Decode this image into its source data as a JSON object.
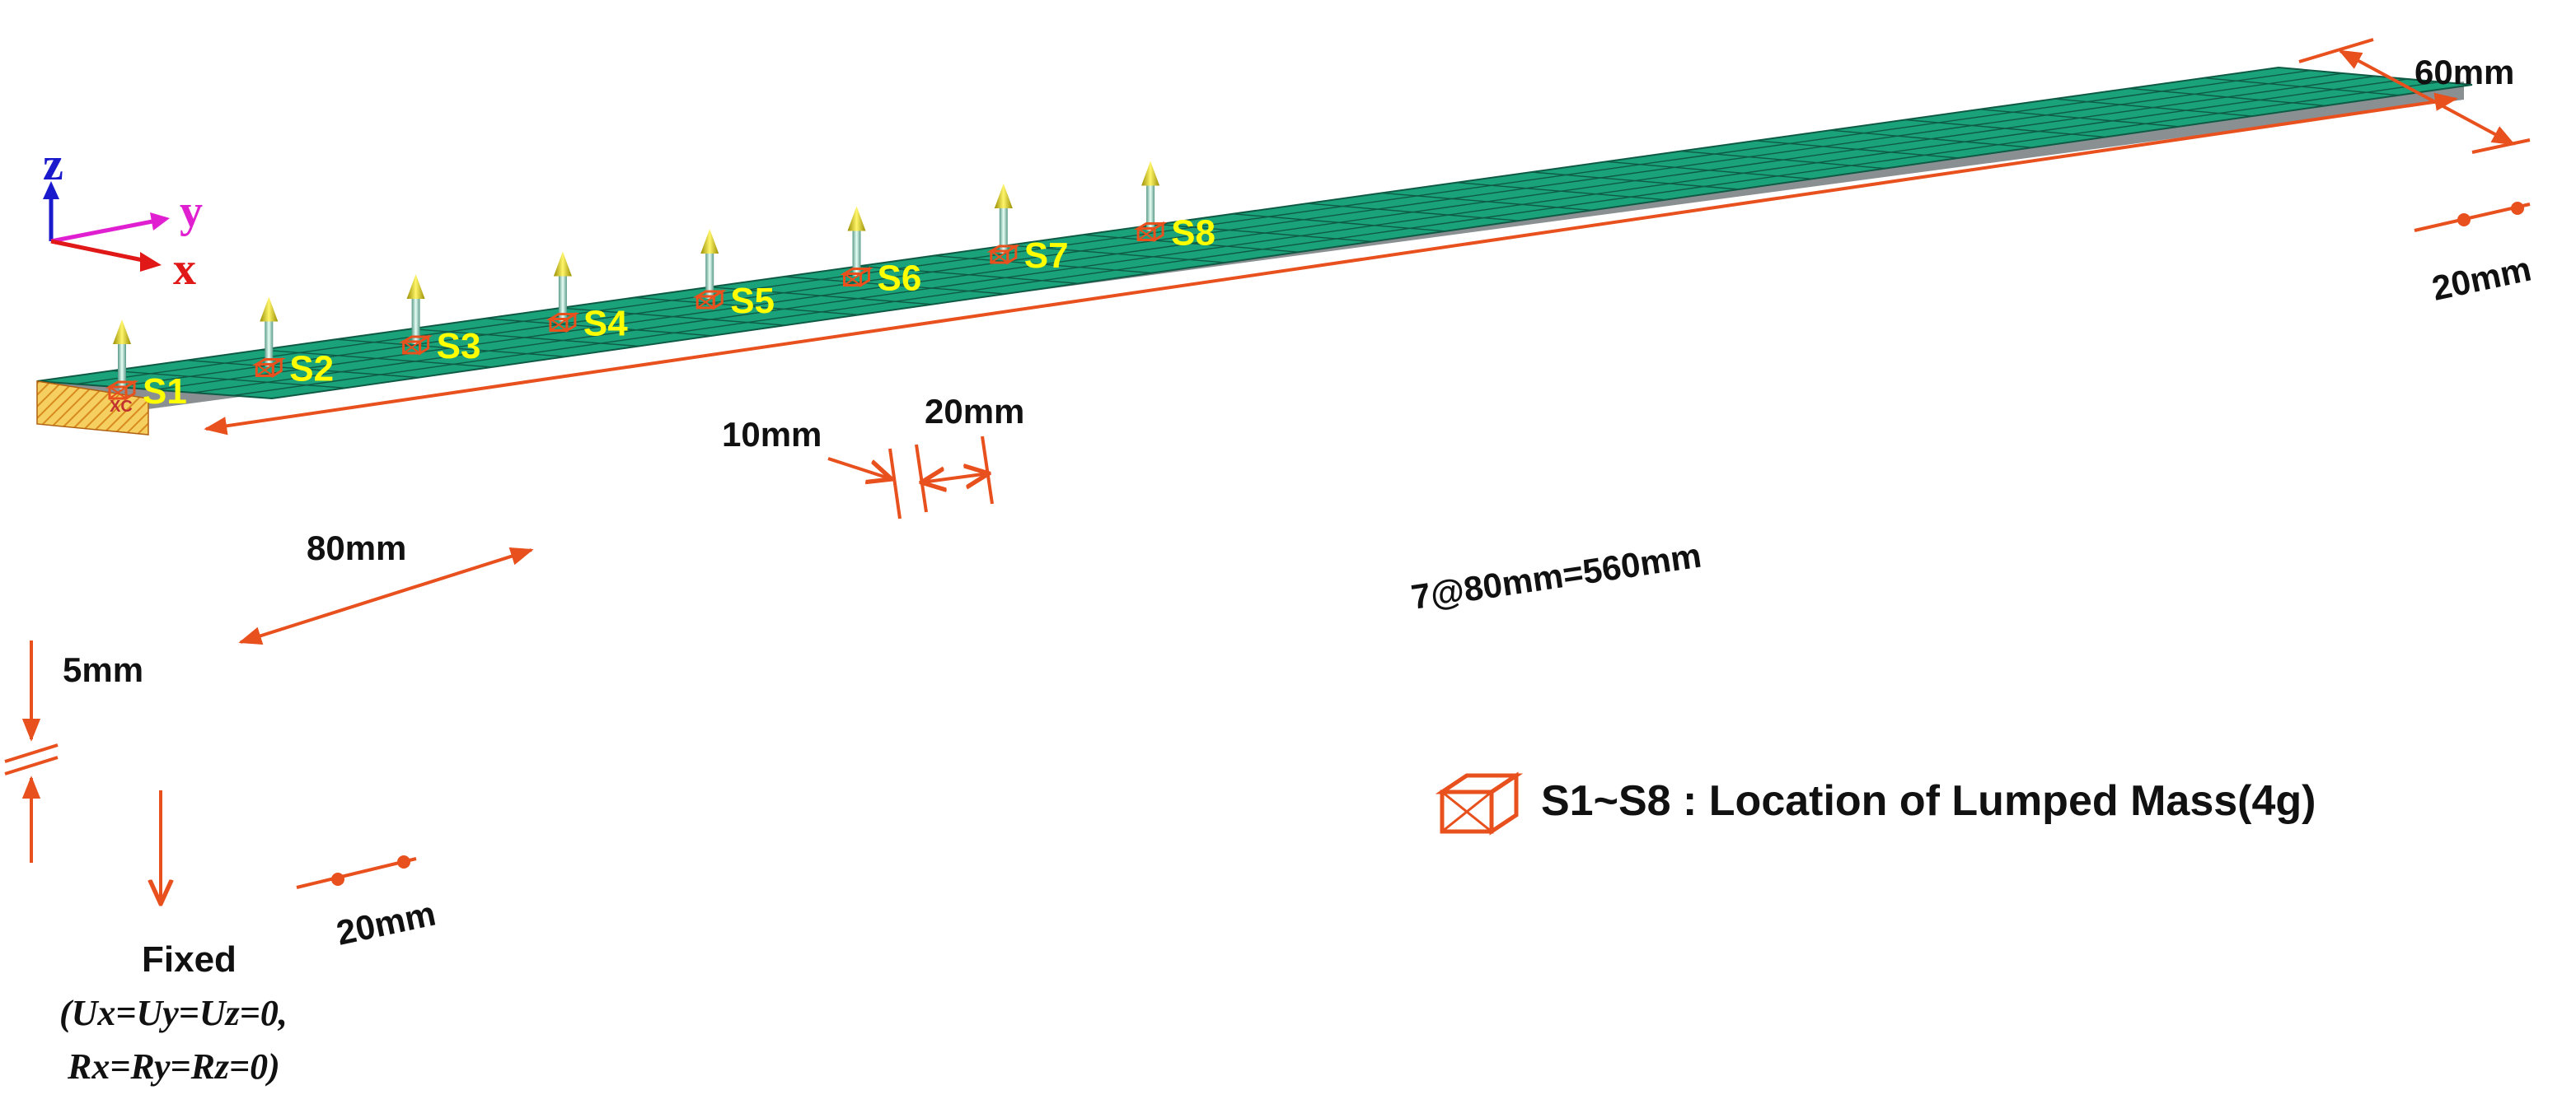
{
  "axes": {
    "z": "z",
    "y": "y",
    "x": "x",
    "origin_label": "XC"
  },
  "dimensions": {
    "length": "7@80mm=560mm",
    "width": "60mm",
    "thickness": "5mm",
    "spacing": "80mm",
    "edge_start": "20mm",
    "edge_end": "20mm",
    "mesh_10": "10mm",
    "mesh_20": "20mm"
  },
  "stations": [
    "S1",
    "S2",
    "S3",
    "S4",
    "S5",
    "S6",
    "S7",
    "S8"
  ],
  "support": {
    "title": "Fixed",
    "line1": "(Ux=Uy=Uz=0,",
    "line2": "Rx=Ry=Rz=0)"
  },
  "legend": {
    "text": "S1~S8 : Location of Lumped Mass(4g)"
  },
  "colors": {
    "plate": "#1aa37a",
    "plate_edge": "#8a8f92",
    "dimension": "#e8501e",
    "station_label": "#ffff00",
    "axis_z": "#1a1acc",
    "axis_y": "#e020d0",
    "axis_x": "#e01818",
    "arrow_head": "#d8c800"
  }
}
